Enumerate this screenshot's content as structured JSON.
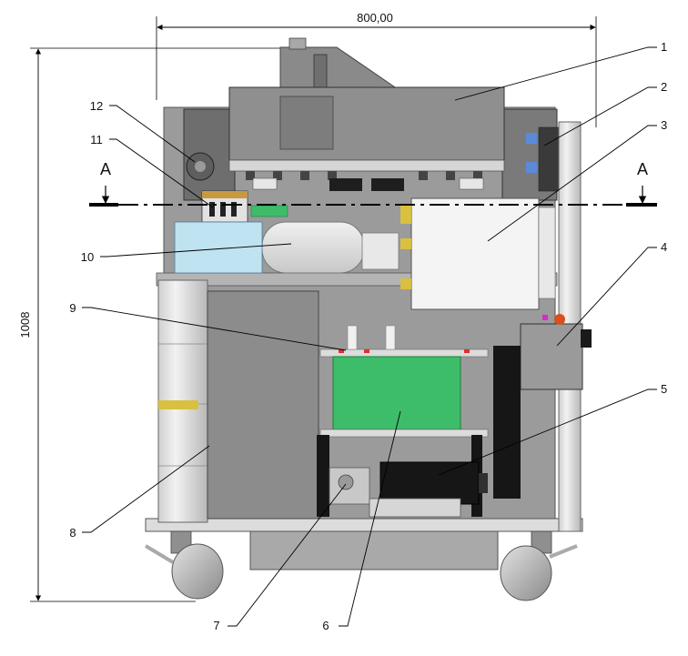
{
  "dimensions": {
    "width_label": "800,00",
    "height_label": "1008"
  },
  "section": {
    "left_label": "A",
    "right_label": "A"
  },
  "callouts": [
    "1",
    "2",
    "3",
    "4",
    "5",
    "6",
    "7",
    "8",
    "9",
    "10",
    "11",
    "12"
  ],
  "colors": {
    "frame": "#8e8e8e",
    "frame_dark": "#3e3e3e",
    "panel": "#9a9a9a",
    "tank": "#d9d9d9",
    "cylinder": "#e6e6e6",
    "pcb_green": "#3dbd6a",
    "pump": "#161616",
    "accent_red": "#e0302a",
    "accent_yellow": "#e8c020",
    "accent_magenta": "#d82cc8",
    "wheel": "#bdbdbd"
  }
}
